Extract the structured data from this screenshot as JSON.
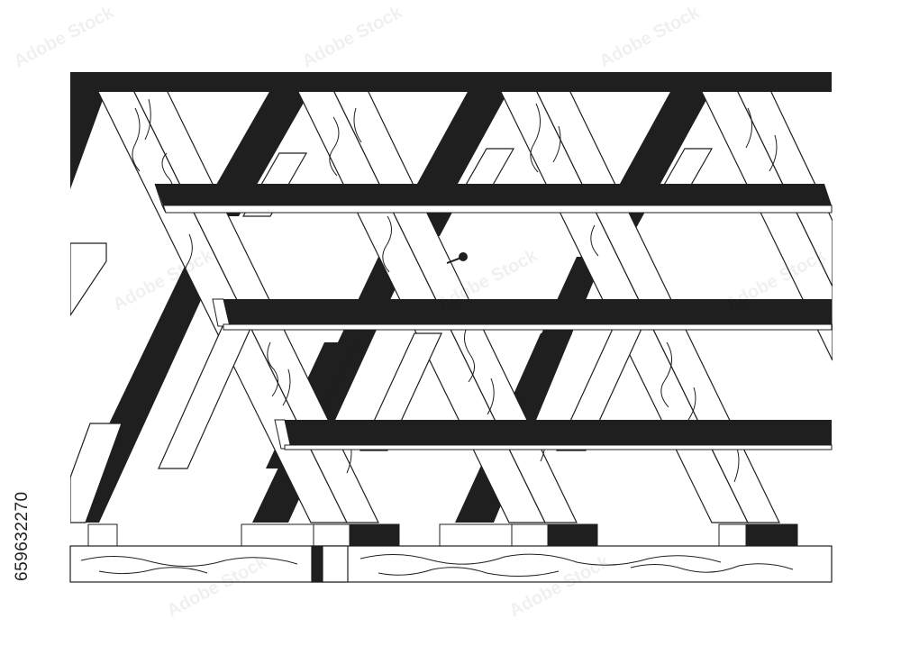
{
  "image": {
    "subject": "roof-truss-frame-lineart",
    "palette": {
      "ink": "#1f1f1f",
      "paper": "#ffffff",
      "line": "#1f1f1f"
    }
  },
  "stock_id": "659632270",
  "watermark": "Adobe Stock"
}
